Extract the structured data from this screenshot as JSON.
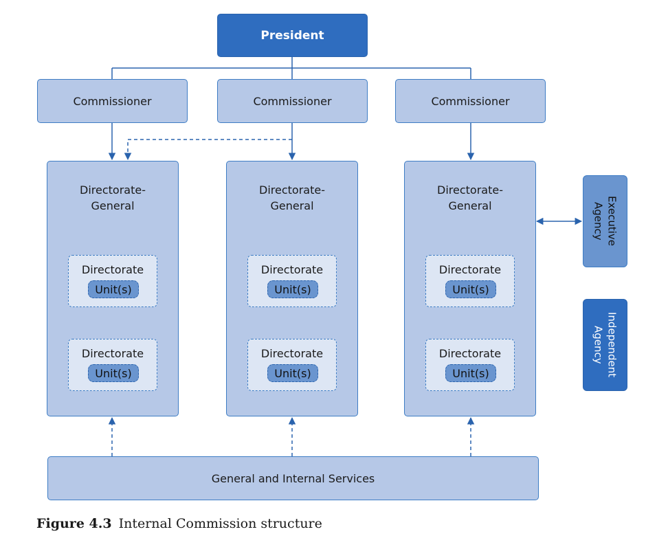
{
  "president": "President",
  "commissioners": [
    "Commissioner",
    "Commissioner",
    "Commissioner"
  ],
  "directorates_general": [
    {
      "title": "Directorate-\nGeneral",
      "directorates": [
        {
          "label": "Directorate",
          "unit": "Unit(s)"
        },
        {
          "label": "Directorate",
          "unit": "Unit(s)"
        }
      ]
    },
    {
      "title": "Directorate-\nGeneral",
      "directorates": [
        {
          "label": "Directorate",
          "unit": "Unit(s)"
        },
        {
          "label": "Directorate",
          "unit": "Unit(s)"
        }
      ]
    },
    {
      "title": "Directorate-\nGeneral",
      "directorates": [
        {
          "label": "Directorate",
          "unit": "Unit(s)"
        },
        {
          "label": "Directorate",
          "unit": "Unit(s)"
        }
      ]
    }
  ],
  "executive_agency": "Executive\nAgency",
  "independent_agency": "Independent\nAgency",
  "services": "General and Internal Services",
  "caption": {
    "number": "Figure 4.3",
    "text": "Internal Commission structure"
  },
  "colors": {
    "dark_blue": "#2f6dbf",
    "light_blue": "#b6c8e7",
    "mid_blue": "#6a95cf",
    "line": "#2a63ad"
  }
}
